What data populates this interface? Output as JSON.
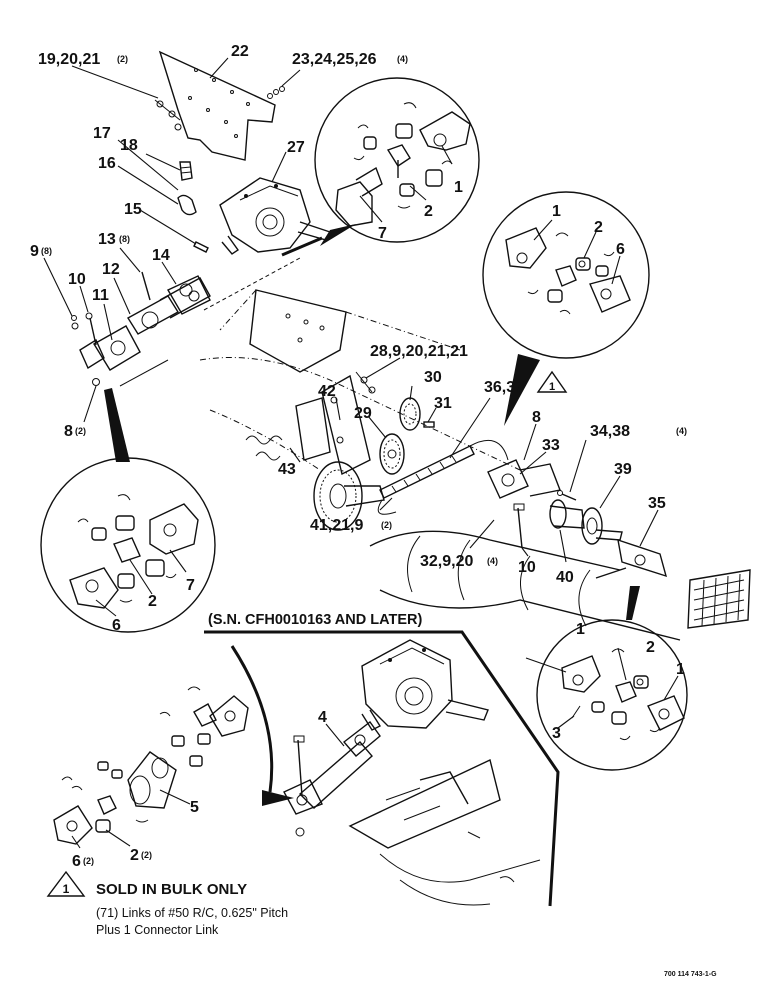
{
  "labels": {
    "c19_20_21": "19,20,21",
    "q2a": "(2)",
    "c22": "22",
    "c23_26": "23,24,25,26",
    "q4a": "(4)",
    "c17": "17",
    "c18": "18",
    "c16": "16",
    "c27": "27",
    "c15": "15",
    "c13": "13",
    "q8a": "(8)",
    "c9": "9",
    "q8b": "(8)",
    "c10a": "10",
    "c12": "12",
    "c14": "14",
    "c11": "11",
    "c8a": "8",
    "q2b": "(2)",
    "c28": "28,9,20,21,21",
    "c30": "30",
    "c42": "42",
    "c29": "29",
    "c31": "31",
    "c36": "36,37",
    "c8b": "8",
    "c33": "33",
    "c34": "34,38",
    "q4b": "(4)",
    "c43": "43",
    "c39": "39",
    "c35": "35",
    "c41": "41,21,9",
    "q2c": "(2)",
    "c32": "32,9,20",
    "q4c": "(4)",
    "c10b": "10",
    "c40": "40",
    "c4": "4",
    "c5": "5",
    "c6b": "6",
    "q2d": "(2)",
    "c2b": "2",
    "q2e": "(2)",
    "inset1_1": "1",
    "inset1_2": "2",
    "inset1_7": "7",
    "inset2_1": "1",
    "inset2_2": "2",
    "inset2_6": "6",
    "inset3_7": "7",
    "inset3_2": "2",
    "inset3_6": "6",
    "inset4_1a": "1",
    "inset4_2": "2",
    "inset4_1b": "1",
    "inset4_3": "3"
  },
  "sn_note": "(S.N. CFH0010163 AND LATER)",
  "bulk_marker": "1",
  "bulk_title": "SOLD IN BULK ONLY",
  "bulk_line1": "(71) Links of #50 R/C, 0.625\" Pitch",
  "bulk_line2": "Plus 1 Connector Link",
  "figure_id": "700 114 743-1-G"
}
